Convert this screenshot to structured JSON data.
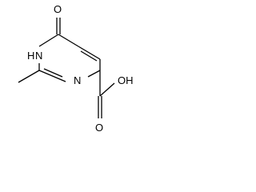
{
  "molecule": {
    "atoms": {
      "carbonyl_oxygen": "O",
      "ring_nh": "H",
      "ring_nh_nitrogen": "N",
      "ring_nitrogen": "N",
      "acid_oh": "OH",
      "acid_carbonyl_oxygen": "O"
    }
  }
}
